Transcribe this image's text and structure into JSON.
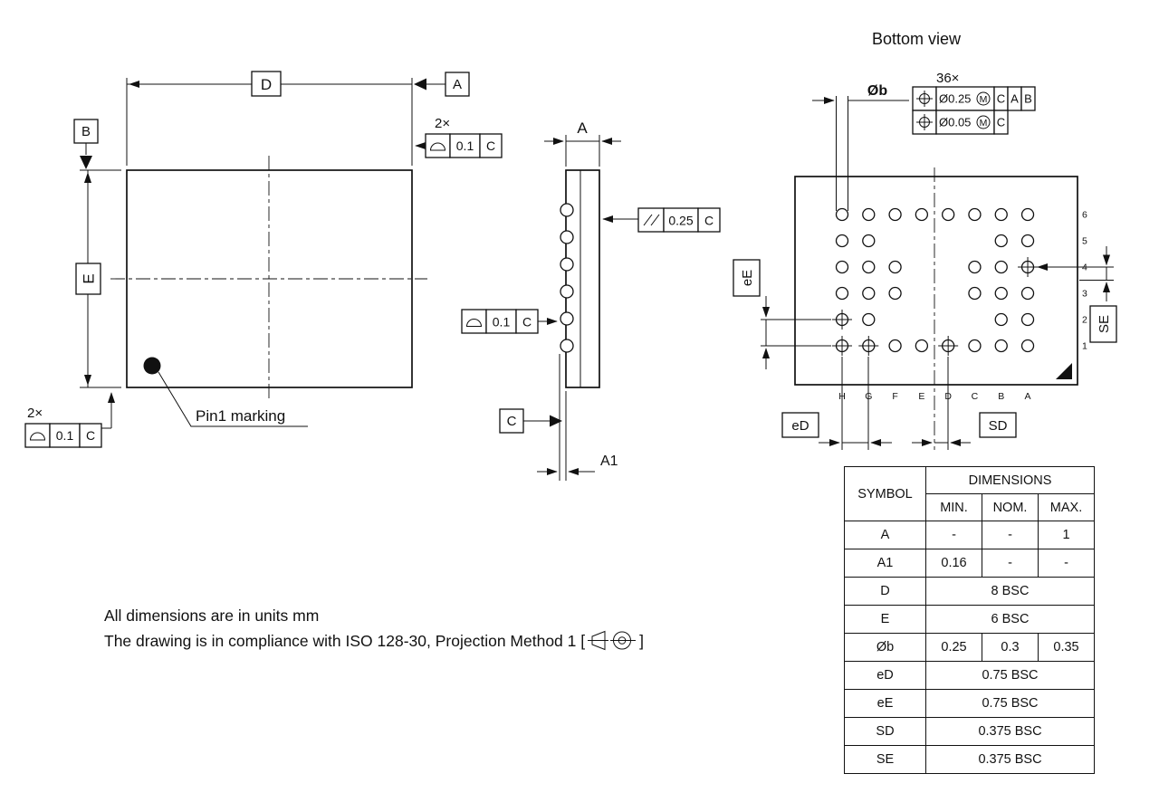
{
  "page": {
    "background": "#ffffff",
    "ink": "#111111"
  },
  "top_view": {
    "dim_d": "D",
    "datum_a": "A",
    "datum_b": "B",
    "dim_e": "E",
    "count_top": "2×",
    "fcf_top": {
      "tol": "0.1",
      "datum": "C"
    },
    "count_bottom": "2×",
    "fcf_bottom": {
      "tol": "0.1",
      "datum": "C"
    },
    "pin1_label": "Pin1 marking"
  },
  "side_view": {
    "dim_a": "A",
    "dim_a1": "A1",
    "datum_c": "C",
    "fcf_parallel": {
      "symbol": "//",
      "tol": "0.25",
      "datum": "C"
    },
    "fcf_profile": {
      "tol": "0.1",
      "datum": "C"
    }
  },
  "bottom_view": {
    "title": "Bottom view",
    "ball_count": "36×",
    "ball_dia": "Øb",
    "fcf_position_1": {
      "tol": "Ø0.25",
      "modifier": "M",
      "datums": [
        "C",
        "A",
        "B"
      ]
    },
    "fcf_position_2": {
      "tol": "Ø0.05",
      "modifier": "M",
      "datums": [
        "C"
      ]
    },
    "row_labels": [
      "6",
      "5",
      "4",
      "3",
      "2",
      "1"
    ],
    "col_labels": [
      "H",
      "G",
      "F",
      "E",
      "D",
      "C",
      "B",
      "A"
    ],
    "dim_ee": "eE",
    "dim_se": "SE",
    "dim_ed": "eD",
    "dim_sd": "SD",
    "ball_map": [
      "OOOOOOOO",
      "OO----OO",
      "OOO--OOX",
      "OOO--OOO",
      "XO----OO",
      "XXOOXOOO"
    ],
    "ball_map_legend": {
      "O": "ball",
      "X": "ball-with-target-cross",
      "-": "no-ball"
    }
  },
  "notes": {
    "line1": "All dimensions are in units mm",
    "line2_prefix": "The drawing is in compliance with ISO 128-30, Projection Method 1 [",
    "line2_suffix": "]"
  },
  "table": {
    "symbol_header": "SYMBOL",
    "dimensions_header": "DIMENSIONS",
    "col_headers": [
      "MIN.",
      "NOM.",
      "MAX."
    ],
    "rows": [
      {
        "symbol": "A",
        "min": "-",
        "nom": "-",
        "max": "1"
      },
      {
        "symbol": "A1",
        "min": "0.16",
        "nom": "-",
        "max": "-"
      },
      {
        "symbol": "D",
        "span": "8 BSC"
      },
      {
        "symbol": "E",
        "span": "6 BSC"
      },
      {
        "symbol": "Øb",
        "min": "0.25",
        "nom": "0.3",
        "max": "0.35"
      },
      {
        "symbol": "eD",
        "span": "0.75 BSC"
      },
      {
        "symbol": "eE",
        "span": "0.75 BSC"
      },
      {
        "symbol": "SD",
        "span": "0.375 BSC"
      },
      {
        "symbol": "SE",
        "span": "0.375 BSC"
      }
    ]
  }
}
